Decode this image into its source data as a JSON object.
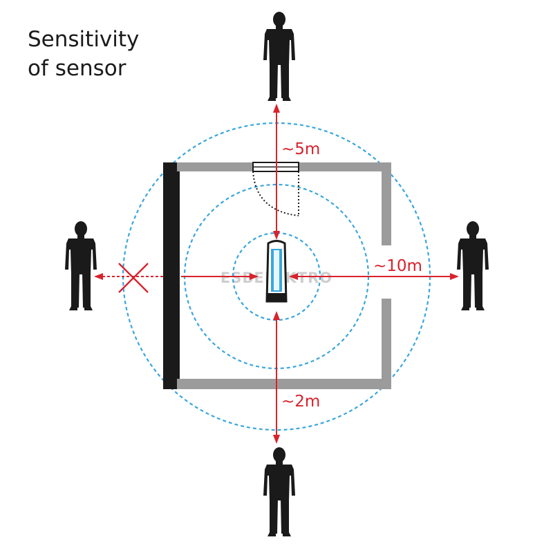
{
  "title": {
    "line1": "Sensitivity",
    "line2": "of sensor"
  },
  "labels": {
    "top": "~5m",
    "right": "~10m",
    "bottom": "~2m"
  },
  "watermark": "ESBELEKTRO",
  "colors": {
    "arrow": "#d8222c",
    "range_ring": "#3aa6dc",
    "wall_gray": "#9b9b9b",
    "wall_black": "#1a1a1a",
    "lamp_glow": "#3aa6dc",
    "person": "#1a1a1a"
  },
  "icons": [
    "person-icon",
    "blocked-x-icon",
    "uv-lamp-icon",
    "door-icon"
  ]
}
